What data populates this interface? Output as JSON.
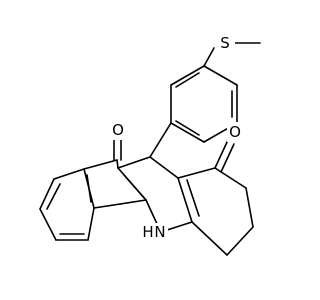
{
  "atoms": {
    "sulfur": "S",
    "oxygen_upper": "O",
    "oxygen_right": "O",
    "nitrogen": "N",
    "nitrogen_h": "H"
  },
  "colors": {
    "bond": "#000000",
    "background": "#ffffff"
  }
}
